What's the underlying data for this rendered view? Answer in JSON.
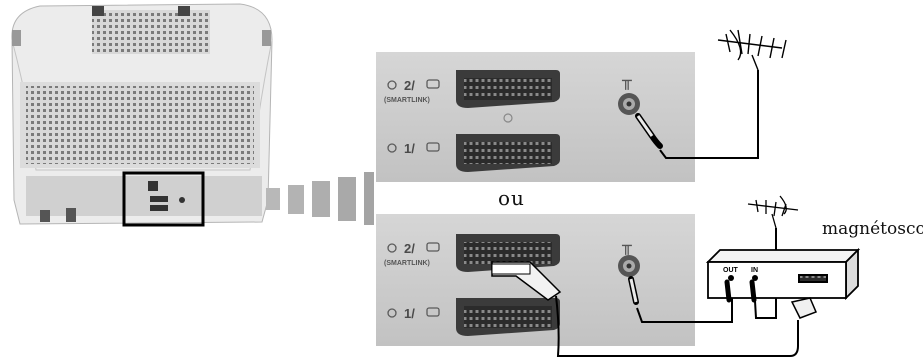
{
  "labels": {
    "ou": "ou",
    "vcr": "magnétoscope"
  },
  "panels": [
    {
      "av2": "2/",
      "smartlink": "(SMARTLINK)",
      "av1": "1/"
    },
    {
      "av2": "2/",
      "smartlink": "(SMARTLINK)",
      "av1": "1/"
    }
  ],
  "vcr": {
    "out": "OUT",
    "in": "IN"
  },
  "colors": {
    "panel": "#cfcfcf",
    "socket": "#3a3a3a",
    "tv_body": "#e6e6e6",
    "cable": "#000000"
  }
}
